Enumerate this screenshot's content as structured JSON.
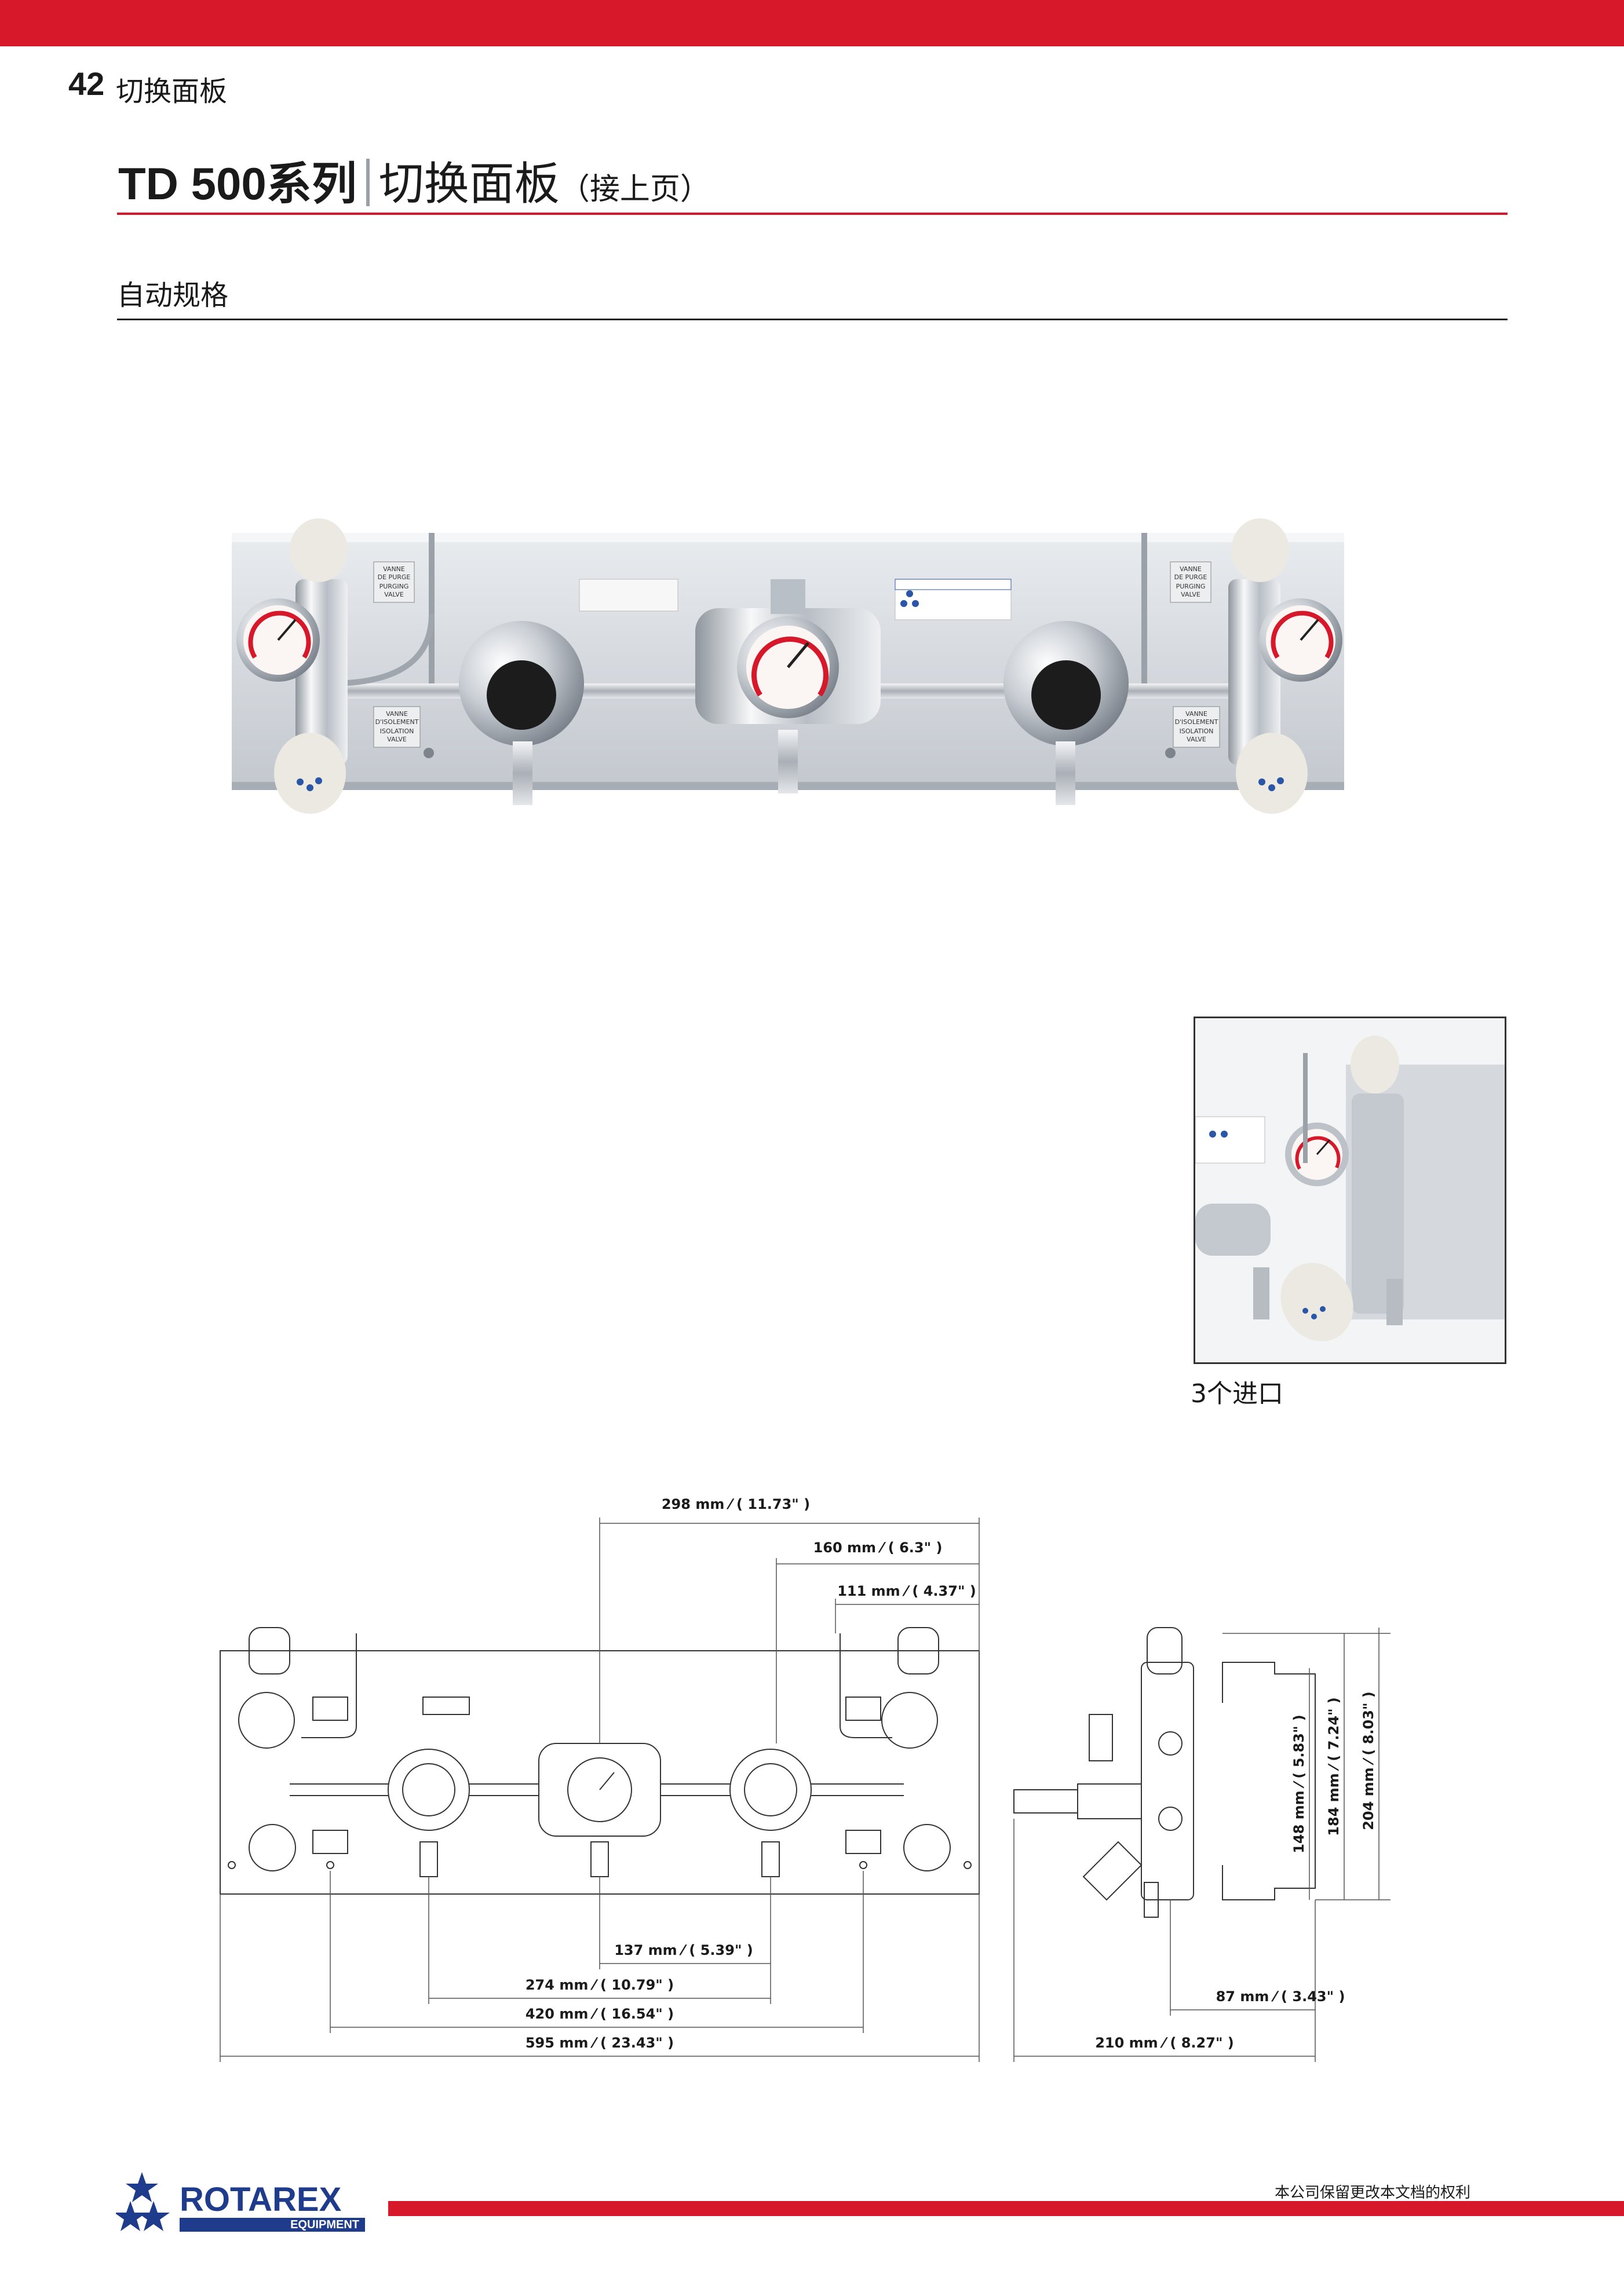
{
  "header": {
    "page_number": "42",
    "section_name": "切换面板",
    "brand_color": "#d7182a"
  },
  "title": {
    "series": "TD 500系列",
    "name": "切换面板",
    "continued": "（接上页）"
  },
  "subheading": "自动规格",
  "main_photo": {
    "left_label_top": [
      "VANNE",
      "DE PURGE",
      "PURGING",
      "VALVE"
    ],
    "left_label_bottom": [
      "VANNE",
      "D'ISOLEMENT",
      "ISOLATION",
      "VALVE"
    ],
    "right_label_top": [
      "VANNE",
      "DE PURGE",
      "PURGING",
      "VALVE"
    ],
    "right_label_bottom": [
      "VANNE",
      "D'ISOLEMENT",
      "ISOLATION",
      "VALVE"
    ]
  },
  "inset": {
    "caption": "3个进口"
  },
  "drawing": {
    "dimensions": {
      "d298": "298 mm ⁄ ( 11.73\" )",
      "d160": "160 mm ⁄ ( 6.3\" )",
      "d111": "111 mm ⁄ ( 4.37\" )",
      "d137": "137 mm ⁄ ( 5.39\" )",
      "d274": "274 mm ⁄ ( 10.79\" )",
      "d420": "420 mm ⁄ ( 16.54\" )",
      "d595": "595 mm ⁄ ( 23.43\" )",
      "d210": "210 mm ⁄ ( 8.27\" )",
      "d87": "87 mm ⁄ ( 3.43\" )",
      "d148": "148 mm ⁄ ( 5.83\" )",
      "d184": "184 mm ⁄ ( 7.24\" )",
      "d204": "204 mm ⁄ ( 8.03\" )"
    }
  },
  "footer": {
    "logo_text": "ROTAREX",
    "logo_subtext": "EQUIPMENT",
    "logo_color": "#1f3c8c",
    "note": "本公司保留更改本文档的权利"
  }
}
